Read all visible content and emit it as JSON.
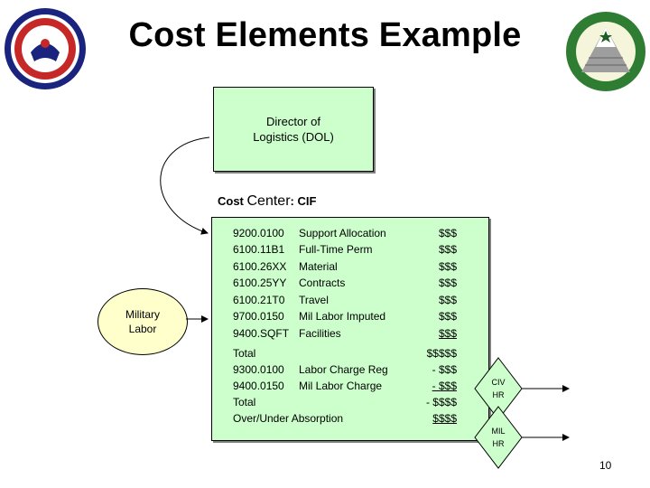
{
  "title": "Cost Elements Example",
  "director_box": {
    "line1": "Director of",
    "line2": "Logistics (DOL)"
  },
  "cost_center": {
    "prefix": "Cost ",
    "center_word": "Center",
    "suffix": ": CIF"
  },
  "military_labor": {
    "line1": "Military",
    "line2": "Labor"
  },
  "cost_rows": [
    {
      "code": "9200.0100",
      "description": "Support Allocation",
      "amount": "$$$"
    },
    {
      "code": "6100.11B1",
      "description": "Full-Time Perm",
      "amount": "$$$"
    },
    {
      "code": "6100.26XX",
      "description": "Material",
      "amount": "$$$"
    },
    {
      "code": "6100.25YY",
      "description": "Contracts",
      "amount": "$$$"
    },
    {
      "code": "6100.21T0",
      "description": "Travel",
      "amount": "$$$"
    },
    {
      "code": "9700.0150",
      "description": "Mil Labor Imputed",
      "amount": "$$$"
    },
    {
      "code": "9400.SQFT",
      "description": "Facilities",
      "amount": "$$$"
    }
  ],
  "summary_rows": [
    {
      "code": "Total",
      "description": "",
      "amount": "$$$$$"
    },
    {
      "code": "9300.0100",
      "description": "Labor Charge Reg",
      "amount": "- $$$"
    },
    {
      "code": "9400.0150",
      "description": "Mil Labor Charge",
      "amount": "- $$$"
    },
    {
      "code": "Total",
      "description": "",
      "amount": "- $$$$"
    },
    {
      "code": "Over/Under Absorption",
      "description": "",
      "amount": "$$$$"
    }
  ],
  "civ_hr": {
    "line1": "CIV",
    "line2": "HR"
  },
  "mil_hr": {
    "line1": "MIL",
    "line2": "HR"
  },
  "page_number": "10",
  "colors": {
    "box_fill": "#ccffcc",
    "oval_fill": "#ffffcc",
    "seal_right_green": "#2e7d32",
    "seal_left_red": "#c62828",
    "seal_left_navy": "#1a237e"
  }
}
